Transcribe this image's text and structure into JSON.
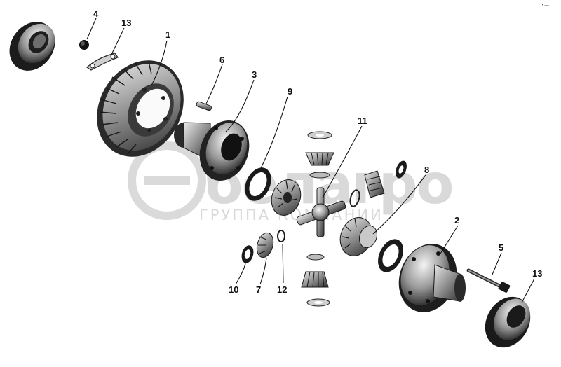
{
  "diagram": {
    "parts": [
      {
        "id": "part-1",
        "label": "1",
        "name": "ring-gear"
      },
      {
        "id": "part-2",
        "label": "2",
        "name": "right-case-half"
      },
      {
        "id": "part-3",
        "label": "3",
        "name": "left-case-half"
      },
      {
        "id": "part-4",
        "label": "4",
        "name": "nut"
      },
      {
        "id": "part-5",
        "label": "5",
        "name": "bolt"
      },
      {
        "id": "part-6",
        "label": "6",
        "name": "pin"
      },
      {
        "id": "part-7",
        "label": "7",
        "name": "side-gear"
      },
      {
        "id": "part-8",
        "label": "8",
        "name": "side-gear-right"
      },
      {
        "id": "part-9",
        "label": "9",
        "name": "thrust-washer"
      },
      {
        "id": "part-10",
        "label": "10",
        "name": "washer"
      },
      {
        "id": "part-11",
        "label": "11",
        "name": "spider-cross"
      },
      {
        "id": "part-12",
        "label": "12",
        "name": "ring"
      },
      {
        "id": "part-13a",
        "label": "13",
        "name": "lock-plate"
      },
      {
        "id": "part-13b",
        "label": "13",
        "name": "bearing"
      }
    ]
  },
  "watermark": {
    "brand": "белагро",
    "tagline": "ГРУППА КОМПАНИИ"
  },
  "corner_mark": "•—"
}
